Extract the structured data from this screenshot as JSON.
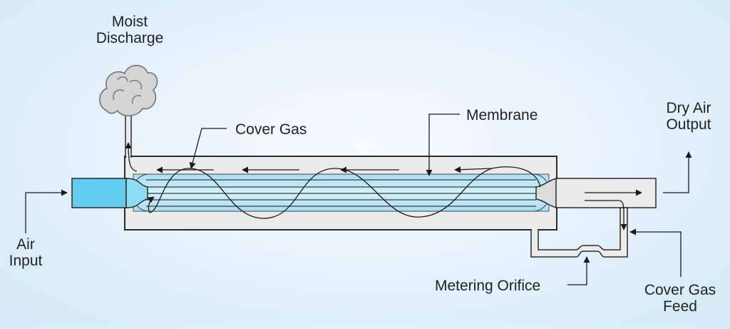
{
  "labels": {
    "moist_discharge": [
      "Moist",
      "Discharge"
    ],
    "cover_gas": "Cover Gas",
    "membrane": "Membrane",
    "dry_air_output": [
      "Dry Air",
      "Output"
    ],
    "air_input": [
      "Air",
      "Input"
    ],
    "metering_orifice": "Metering Orifice",
    "cover_gas_feed": [
      "Cover Gas",
      "Feed"
    ]
  },
  "colors": {
    "background": "#e4f1fb",
    "housing_fill": "#ebebeb",
    "outline": "#2b2b2b",
    "membrane_fill": "#b9e6f7",
    "input_air": "#63cdf0",
    "cloud": "#d4d4d4"
  }
}
